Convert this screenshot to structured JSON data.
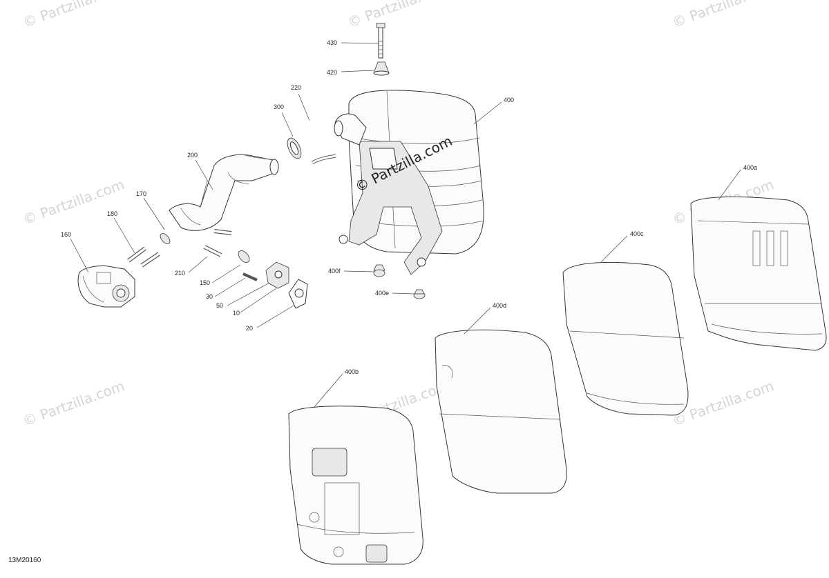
{
  "watermark": "© Partzilla.com",
  "brand_overlay": "© Partzilla.com",
  "figure_id": "13M20160",
  "callouts": [
    "430",
    "420",
    "220",
    "300",
    "400",
    "200",
    "170",
    "180",
    "160",
    "210",
    "150",
    "30",
    "50",
    "10",
    "20",
    "400f",
    "400e",
    "400a",
    "400c",
    "400d",
    "400b"
  ]
}
